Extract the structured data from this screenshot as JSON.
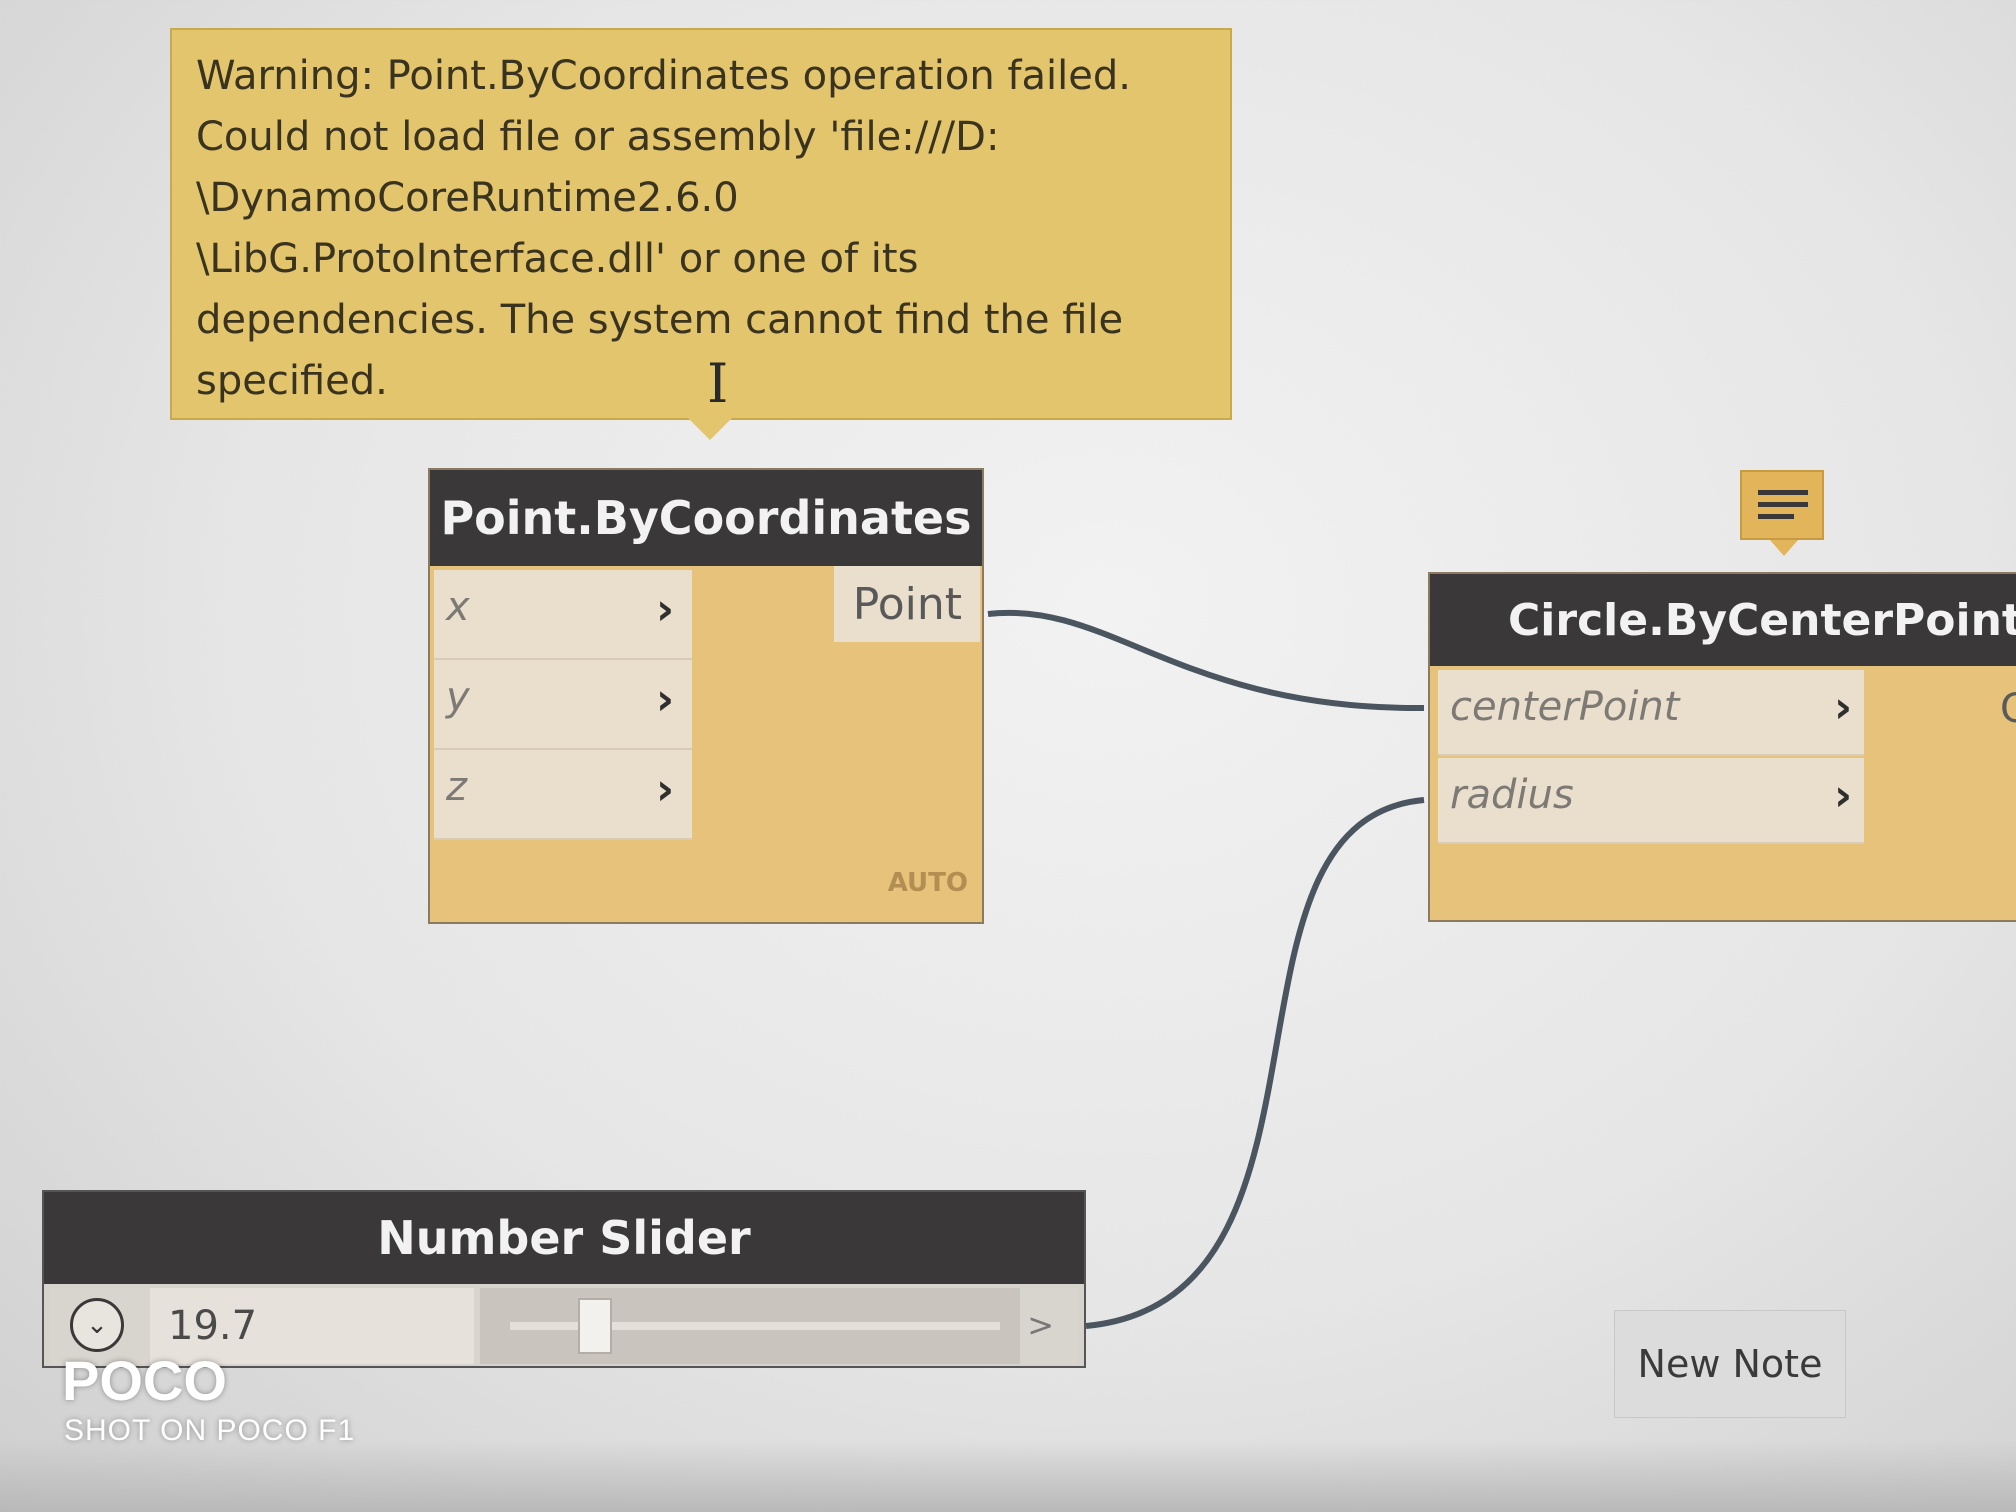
{
  "warning": {
    "lines": [
      "Warning: Point.ByCoordinates operation failed.",
      "Could not load file or assembly 'file:///D:",
      "\\DynamoCoreRuntime2.6.0",
      "\\LibG.ProtoInterface.dll' or one of its",
      "dependencies. The system cannot find the file",
      "specified."
    ]
  },
  "point_node": {
    "title": "Point.ByCoordinates",
    "inputs": [
      "x",
      "y",
      "z"
    ],
    "output": "Point",
    "lacing": "AUTO"
  },
  "circle_node": {
    "title": "Circle.ByCenterPointRadiu",
    "inputs": [
      "centerPoint",
      "radius"
    ],
    "output_partial": "C"
  },
  "slider_node": {
    "title": "Number Slider",
    "value": "19.7",
    "position": 0.15,
    "arrow": ">"
  },
  "new_note": {
    "label": "New Note"
  },
  "watermark": {
    "brand": "POCO",
    "sub": "SHOT ON POCO F1"
  },
  "colors": {
    "node_header": "#3a3838",
    "node_body": "#e7c27a",
    "warning_bg": "#e2c56c",
    "wire": "#4a5560"
  }
}
